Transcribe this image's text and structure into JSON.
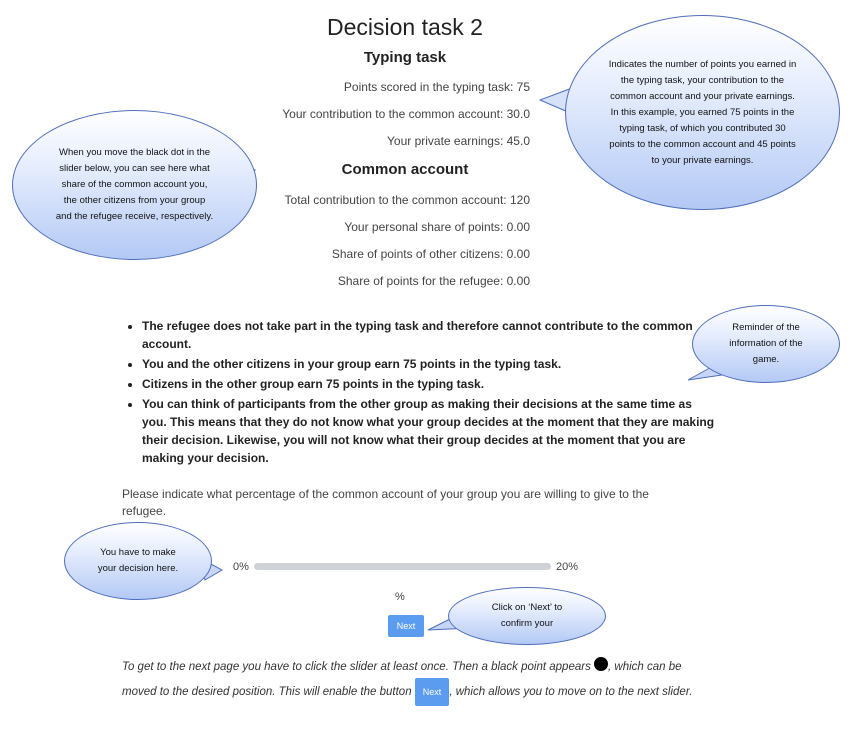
{
  "page": {
    "title": "Decision task 2"
  },
  "typing_task": {
    "heading": "Typing task",
    "points_scored": "Points scored in the typing task: 75",
    "contribution": "Your contribution to the common account: 30.0",
    "private_earnings": "Your private earnings: 45.0"
  },
  "common_account": {
    "heading": "Common account",
    "total_contribution": "Total contribution to the common account: 120",
    "personal_share": "Your personal share of points: 0.00",
    "other_citizens_share": "Share of points of other citizens: 0.00",
    "refugee_share": "Share of points for the refugee: 0.00"
  },
  "facts": [
    "The refugee does not take part in the typing task and therefore cannot contribute to the common account.",
    "You and the other citizens in your group earn 75 points in the typing task.",
    "Citizens in the other group earn 75 points in the typing task.",
    "You can think of participants from the other group as making their decisions at the same time as you. This means that they do not know what your group decides at the moment that they are making their decision. Likewise, you will not know what their group decides at the moment that you are making your decision."
  ],
  "question": "Please indicate what percentage of the common account of your group you are willing to give to the refugee.",
  "slider": {
    "min_label": "0%",
    "max_label": "20%",
    "unit": "%"
  },
  "next_label": "Next",
  "footnote": {
    "part1": "To get to the next page you have to click the slider at least once. Then a black point appears ",
    "part2": ", which can be moved to the desired position. This will enable the button ",
    "part3": ", which allows you to move on to the next slider."
  },
  "callouts": {
    "points_info": "Indicates the number of points you earned in the typing task, your contribution to the common account and your private earnings. In this example, you earned 75 points in the typing task, of which you contributed 30 points to the common account and 45 points to your private earnings.",
    "slider_info": "When you move the black dot in the slider below, you can see here what share of the common account you, the other citizens from your group and the refugee receive, respectively.",
    "reminder": "Reminder of the information of the game.",
    "decide_here": "You have to make your decision here.",
    "click_next": "Click on ‘Next’ to confirm your"
  },
  "colors": {
    "button": "#5b9cf0",
    "bubble_border": "#4f6fbb",
    "track": "#cfd3d8"
  }
}
